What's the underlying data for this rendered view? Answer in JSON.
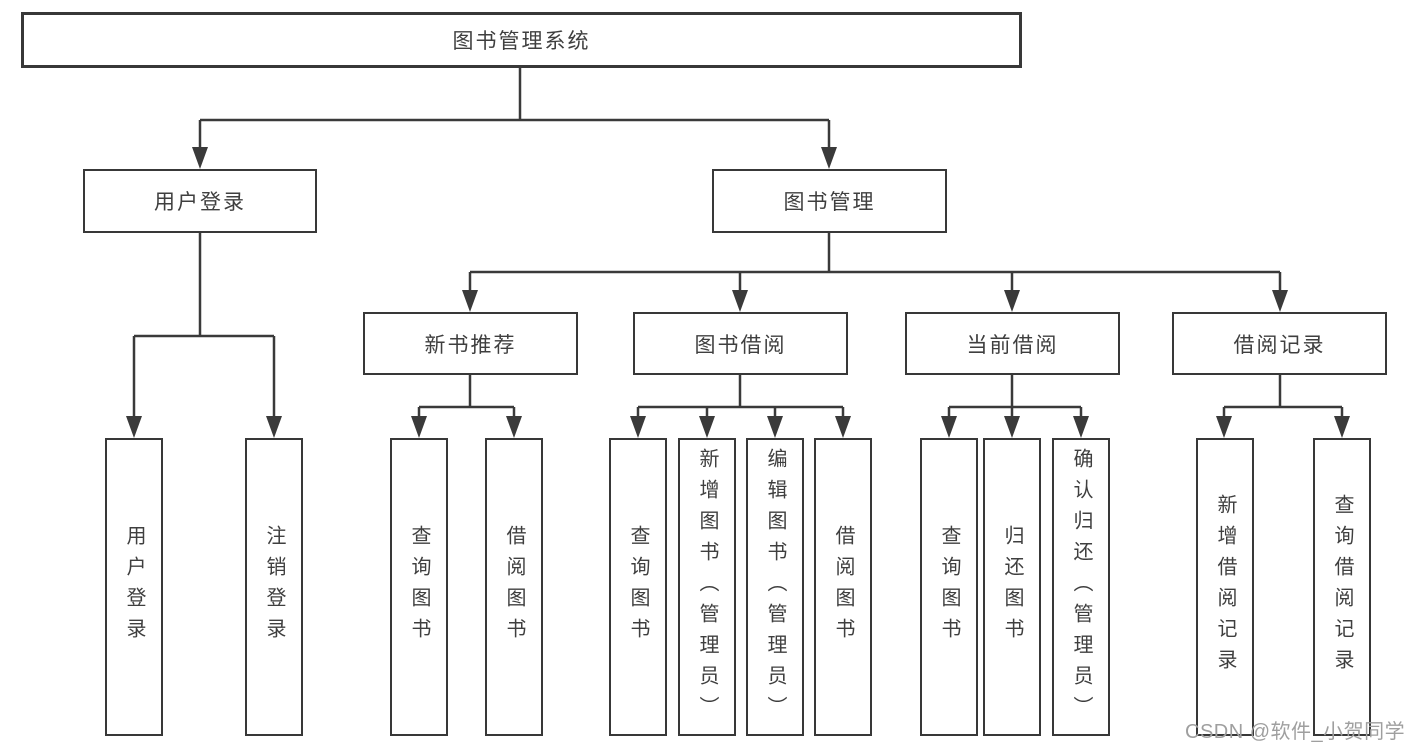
{
  "diagram_type": "hierarchy-tree",
  "tree": {
    "label": "图书管理系统",
    "children": [
      {
        "label": "用户登录",
        "children": [
          {
            "label": "用户登录"
          },
          {
            "label": "注销登录"
          }
        ]
      },
      {
        "label": "图书管理",
        "children": [
          {
            "label": "新书推荐",
            "children": [
              {
                "label": "查询图书"
              },
              {
                "label": "借阅图书"
              }
            ]
          },
          {
            "label": "图书借阅",
            "children": [
              {
                "label": "查询图书"
              },
              {
                "label": "新增图书（管理员）"
              },
              {
                "label": "编辑图书（管理员）"
              },
              {
                "label": "借阅图书"
              }
            ]
          },
          {
            "label": "当前借阅",
            "children": [
              {
                "label": "查询图书"
              },
              {
                "label": "归还图书"
              },
              {
                "label": "确认归还（管理员）"
              }
            ]
          },
          {
            "label": "借阅记录",
            "children": [
              {
                "label": "新增借阅记录"
              },
              {
                "label": "查询借阅记录"
              }
            ]
          }
        ]
      }
    ]
  },
  "watermark": {
    "text": "CSDN @软件_小贺同学"
  },
  "colors": {
    "line": "#3a3a3a",
    "box_border": "#383838",
    "text": "#3f3f3f",
    "background": "#ffffff",
    "watermark": "#9f9f9f"
  }
}
